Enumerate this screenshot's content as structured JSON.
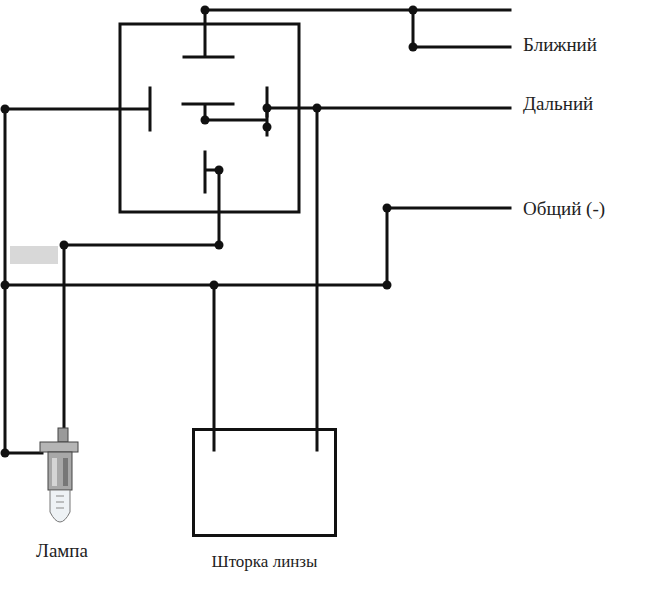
{
  "diagram": {
    "nodes": [
      {
        "text": [
          "Шторка линзы"
        ]
      }
    ],
    "labels": [
      "Ближний",
      "Дальний",
      "Общий (-)",
      "Лампа"
    ]
  }
}
